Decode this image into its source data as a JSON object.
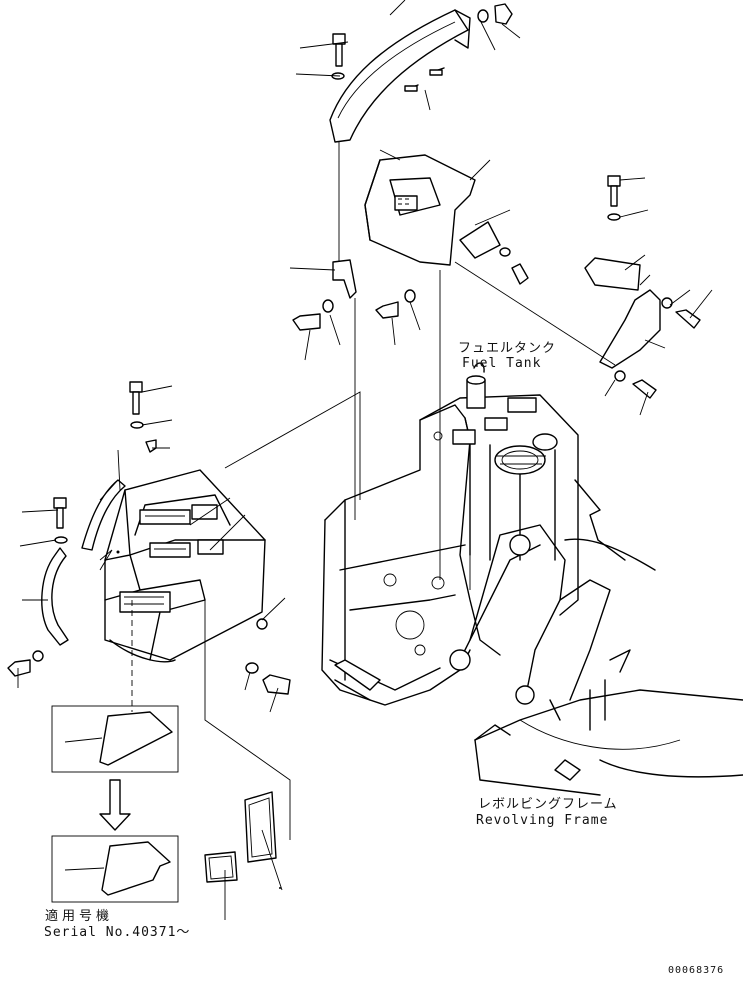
{
  "labels": {
    "fuel_tank_jp": "フュエルタンク",
    "fuel_tank_en": "Fuel Tank",
    "revolving_frame_jp": "レボルビングフレーム",
    "revolving_frame_en": "Revolving Frame",
    "serial_jp": "適用号機",
    "serial_en": "Serial No.40371～",
    "drawing_number": "00068376"
  }
}
